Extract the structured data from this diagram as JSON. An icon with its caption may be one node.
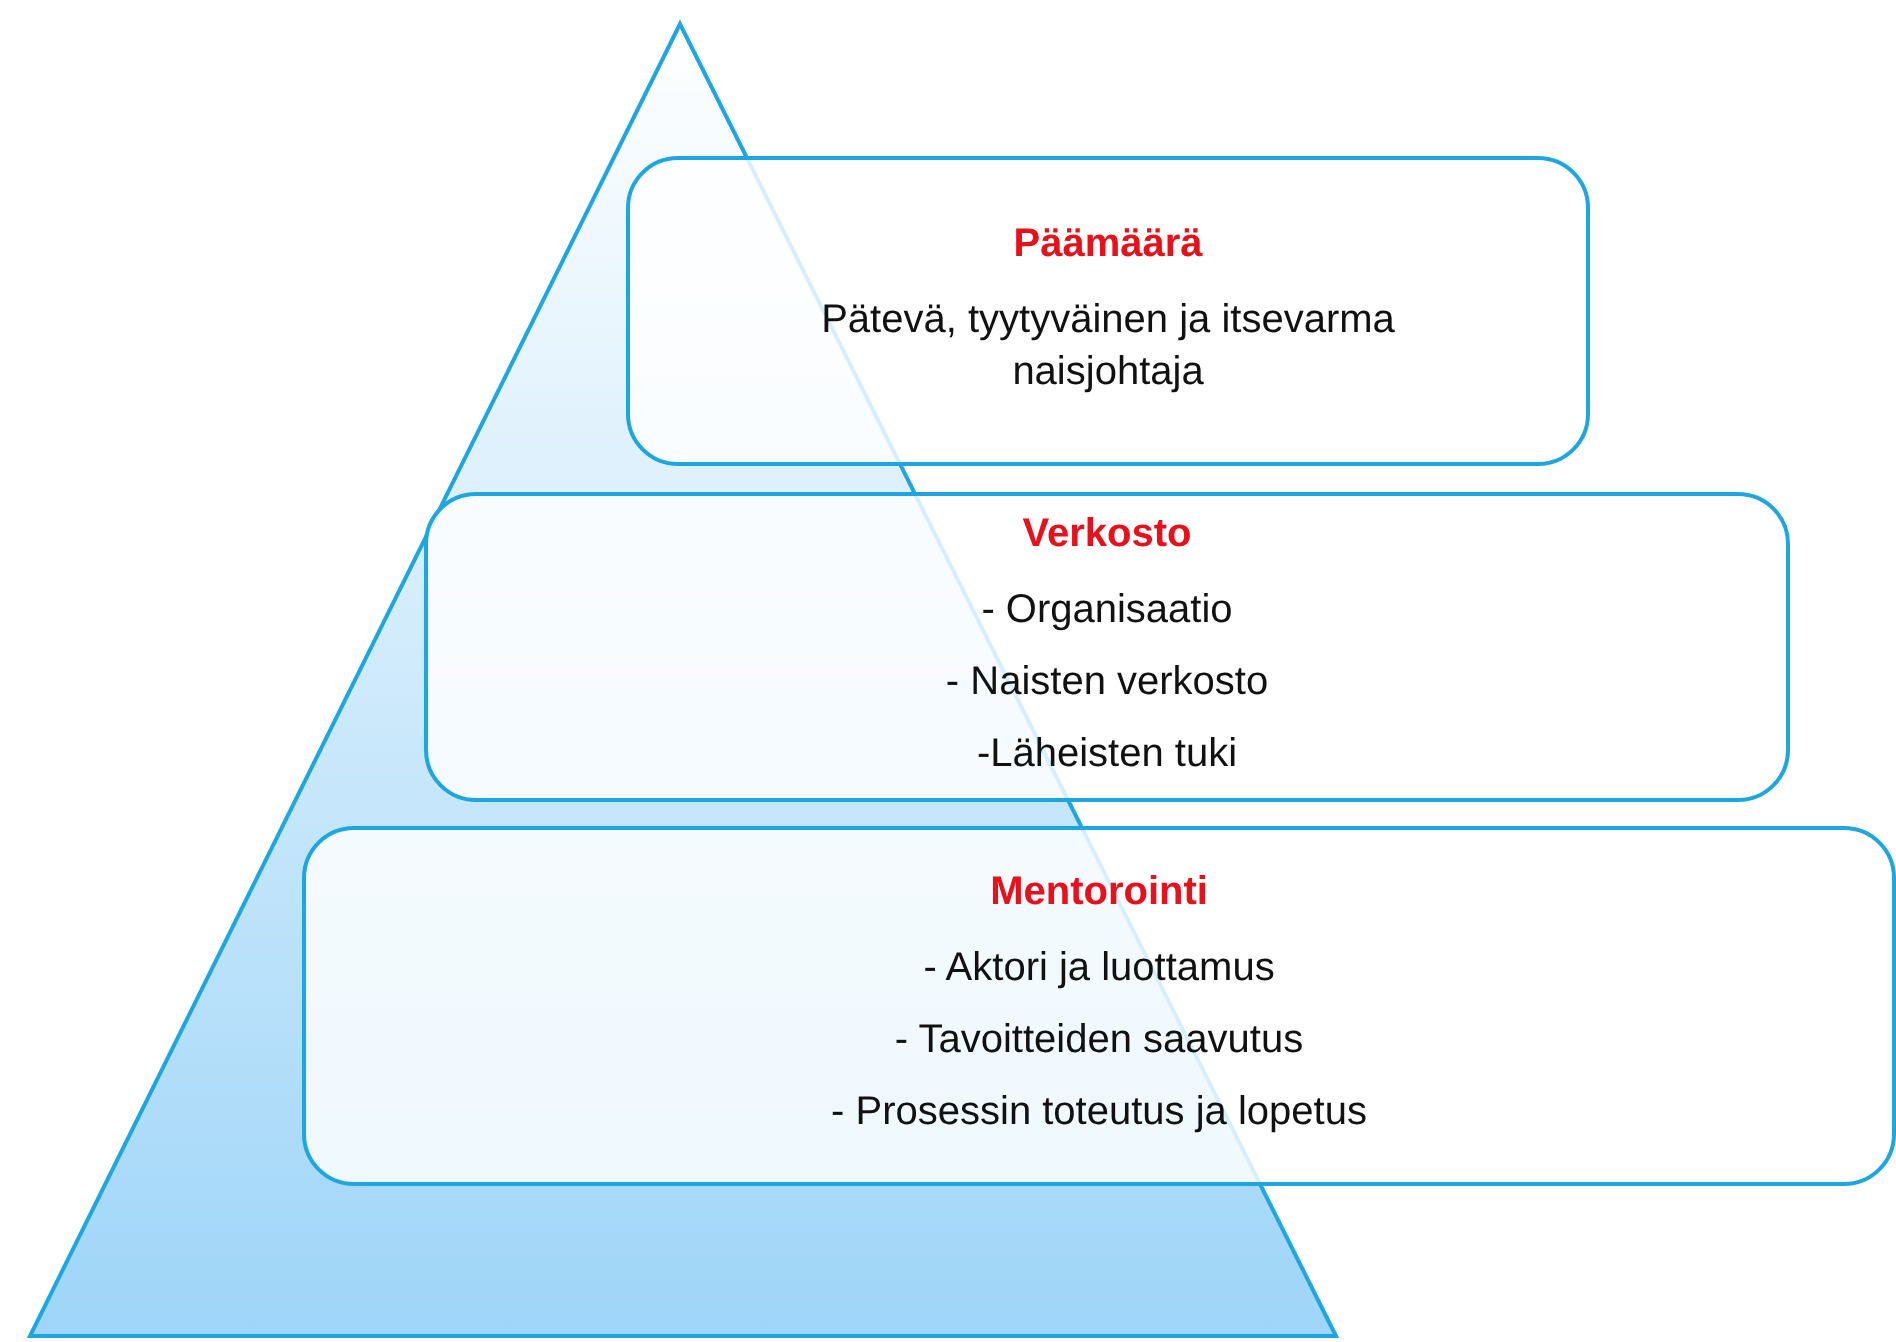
{
  "diagram": {
    "nodes": [
      {
        "text": [
          "Päämäärä",
          "Pätevä, tyytyväinen ja itsevarma naisjohtaja"
        ]
      },
      {
        "text": [
          "Verkosto",
          "- Organisaatio",
          "- Naisten verkosto",
          "-Läheisten tuki"
        ]
      },
      {
        "text": [
          "Mentorointi",
          "- Aktori ja luottamus",
          "- Tavoitteiden saavutus",
          "- Prosessin toteutus ja lopetus"
        ]
      }
    ]
  }
}
